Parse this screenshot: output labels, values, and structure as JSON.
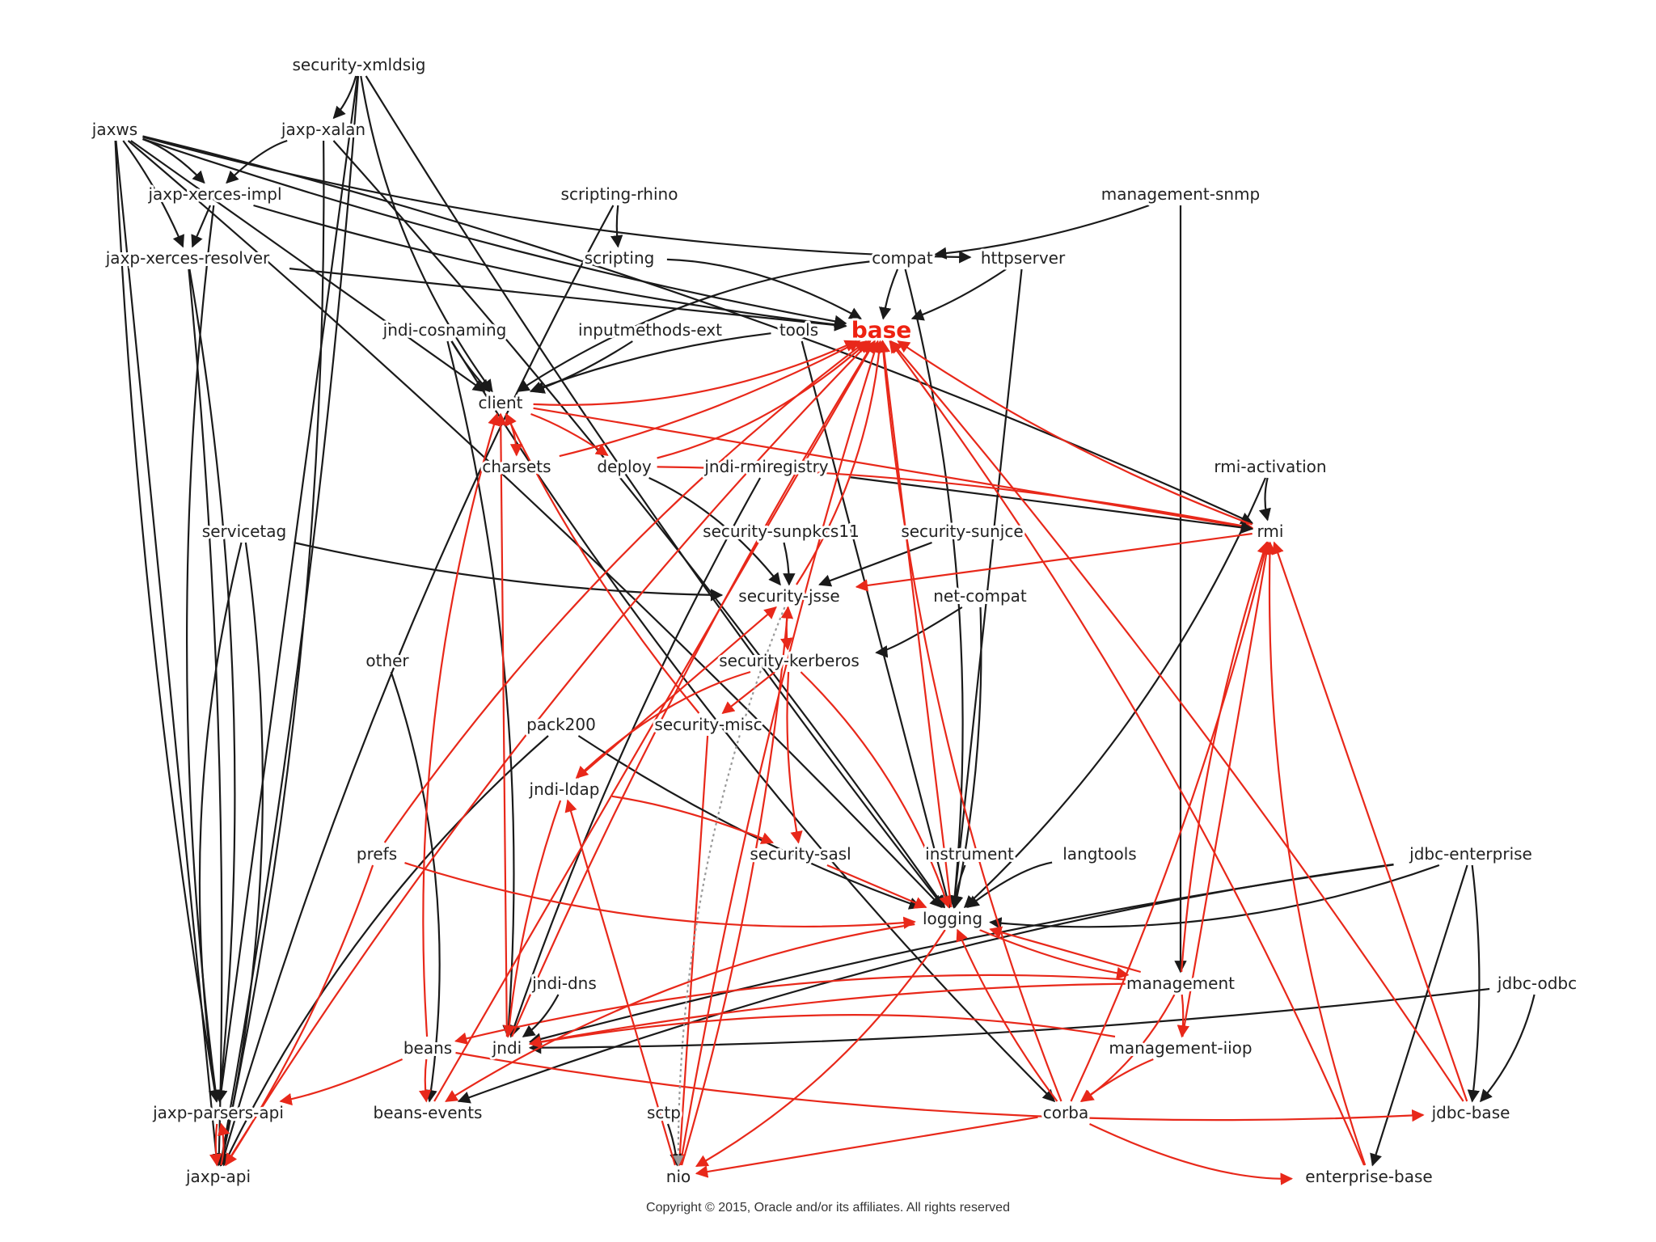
{
  "colors": {
    "black_edge": "#1a1a1a",
    "red_edge": "#e8281a",
    "base_node": "#ee2211",
    "text": "#222222"
  },
  "copyright": "Copyright © 2015, Oracle and/or its affiliates. All rights reserved",
  "nodes": [
    {
      "id": "security-xmldsig",
      "label": "security-xmldsig"
    },
    {
      "id": "jaxws",
      "label": "jaxws"
    },
    {
      "id": "jaxp-xalan",
      "label": "jaxp-xalan"
    },
    {
      "id": "jaxp-xerces-impl",
      "label": "jaxp-xerces-impl"
    },
    {
      "id": "scripting-rhino",
      "label": "scripting-rhino"
    },
    {
      "id": "management-snmp",
      "label": "management-snmp"
    },
    {
      "id": "jaxp-xerces-resolver",
      "label": "jaxp-xerces-resolver"
    },
    {
      "id": "scripting",
      "label": "scripting"
    },
    {
      "id": "compat",
      "label": "compat"
    },
    {
      "id": "httpserver",
      "label": "httpserver"
    },
    {
      "id": "jndi-cosnaming",
      "label": "jndi-cosnaming"
    },
    {
      "id": "inputmethods-ext",
      "label": "inputmethods-ext"
    },
    {
      "id": "tools",
      "label": "tools"
    },
    {
      "id": "base",
      "label": "base",
      "highlight": true
    },
    {
      "id": "client",
      "label": "client"
    },
    {
      "id": "charsets",
      "label": "charsets"
    },
    {
      "id": "deploy",
      "label": "deploy"
    },
    {
      "id": "jndi-rmiregistry",
      "label": "jndi-rmiregistry"
    },
    {
      "id": "rmi-activation",
      "label": "rmi-activation"
    },
    {
      "id": "servicetag",
      "label": "servicetag"
    },
    {
      "id": "security-sunpkcs11",
      "label": "security-sunpkcs11"
    },
    {
      "id": "security-sunjce",
      "label": "security-sunjce"
    },
    {
      "id": "rmi",
      "label": "rmi"
    },
    {
      "id": "security-jsse",
      "label": "security-jsse"
    },
    {
      "id": "net-compat",
      "label": "net-compat"
    },
    {
      "id": "other",
      "label": "other"
    },
    {
      "id": "security-kerberos",
      "label": "security-kerberos"
    },
    {
      "id": "pack200",
      "label": "pack200"
    },
    {
      "id": "security-misc",
      "label": "security-misc"
    },
    {
      "id": "jndi-ldap",
      "label": "jndi-ldap"
    },
    {
      "id": "prefs",
      "label": "prefs"
    },
    {
      "id": "security-sasl",
      "label": "security-sasl"
    },
    {
      "id": "instrument",
      "label": "instrument"
    },
    {
      "id": "langtools",
      "label": "langtools"
    },
    {
      "id": "jdbc-enterprise",
      "label": "jdbc-enterprise"
    },
    {
      "id": "logging",
      "label": "logging"
    },
    {
      "id": "jndi-dns",
      "label": "jndi-dns"
    },
    {
      "id": "management",
      "label": "management"
    },
    {
      "id": "jdbc-odbc",
      "label": "jdbc-odbc"
    },
    {
      "id": "beans",
      "label": "beans"
    },
    {
      "id": "jndi",
      "label": "jndi"
    },
    {
      "id": "management-iiop",
      "label": "management-iiop"
    },
    {
      "id": "jaxp-parsers-api",
      "label": "jaxp-parsers-api"
    },
    {
      "id": "beans-events",
      "label": "beans-events"
    },
    {
      "id": "sctp",
      "label": "sctp"
    },
    {
      "id": "corba",
      "label": "corba"
    },
    {
      "id": "jdbc-base",
      "label": "jdbc-base"
    },
    {
      "id": "jaxp-api",
      "label": "jaxp-api"
    },
    {
      "id": "nio",
      "label": "nio"
    },
    {
      "id": "enterprise-base",
      "label": "enterprise-base"
    }
  ],
  "edges": [
    {
      "from": "security-xmldsig",
      "to": "jaxp-xalan",
      "color": "black"
    },
    {
      "from": "security-xmldsig",
      "to": "jaxp-api",
      "color": "black"
    },
    {
      "from": "security-xmldsig",
      "to": "jaxp-parsers-api",
      "color": "black"
    },
    {
      "from": "security-xmldsig",
      "to": "logging",
      "color": "black"
    },
    {
      "from": "security-xmldsig",
      "to": "client",
      "color": "black"
    },
    {
      "from": "jaxws",
      "to": "jaxp-xerces-impl",
      "color": "black"
    },
    {
      "from": "jaxws",
      "to": "jaxp-xerces-resolver",
      "color": "black"
    },
    {
      "from": "jaxws",
      "to": "jaxp-api",
      "color": "black"
    },
    {
      "from": "jaxws",
      "to": "jaxp-parsers-api",
      "color": "black"
    },
    {
      "from": "jaxws",
      "to": "httpserver",
      "color": "black"
    },
    {
      "from": "jaxws",
      "to": "rmi",
      "color": "black"
    },
    {
      "from": "jaxws",
      "to": "logging",
      "color": "black"
    },
    {
      "from": "jaxws",
      "to": "client",
      "color": "black"
    },
    {
      "from": "jaxws",
      "to": "base",
      "color": "black"
    },
    {
      "from": "jaxp-xalan",
      "to": "jaxp-xerces-impl",
      "color": "black"
    },
    {
      "from": "jaxp-xalan",
      "to": "jaxp-api",
      "color": "black"
    },
    {
      "from": "jaxp-xalan",
      "to": "logging",
      "color": "black"
    },
    {
      "from": "jaxp-xerces-impl",
      "to": "jaxp-xerces-resolver",
      "color": "black"
    },
    {
      "from": "jaxp-xerces-impl",
      "to": "base",
      "color": "black"
    },
    {
      "from": "jaxp-xerces-impl",
      "to": "jaxp-parsers-api",
      "color": "black"
    },
    {
      "from": "jaxp-xerces-resolver",
      "to": "jaxp-parsers-api",
      "color": "black"
    },
    {
      "from": "jaxp-xerces-resolver",
      "to": "jaxp-api",
      "color": "black"
    },
    {
      "from": "jaxp-xerces-resolver",
      "to": "base",
      "color": "black"
    },
    {
      "from": "scripting-rhino",
      "to": "scripting",
      "color": "black"
    },
    {
      "from": "scripting-rhino",
      "to": "jaxp-api",
      "color": "black"
    },
    {
      "from": "scripting",
      "to": "base",
      "color": "black"
    },
    {
      "from": "management-snmp",
      "to": "compat",
      "color": "black"
    },
    {
      "from": "management-snmp",
      "to": "management",
      "color": "black"
    },
    {
      "from": "compat",
      "to": "base",
      "color": "black"
    },
    {
      "from": "compat",
      "to": "client",
      "color": "black"
    },
    {
      "from": "compat",
      "to": "logging",
      "color": "black"
    },
    {
      "from": "httpserver",
      "to": "base",
      "color": "black"
    },
    {
      "from": "httpserver",
      "to": "logging",
      "color": "black"
    },
    {
      "from": "jndi-cosnaming",
      "to": "client",
      "color": "black"
    },
    {
      "from": "jndi-cosnaming",
      "to": "corba",
      "color": "black"
    },
    {
      "from": "jndi-cosnaming",
      "to": "jndi",
      "color": "black"
    },
    {
      "from": "inputmethods-ext",
      "to": "client",
      "color": "black"
    },
    {
      "from": "tools",
      "to": "logging",
      "color": "black"
    },
    {
      "from": "tools",
      "to": "client",
      "color": "black"
    },
    {
      "from": "client",
      "to": "base",
      "color": "red"
    },
    {
      "from": "client",
      "to": "charsets",
      "color": "red"
    },
    {
      "from": "client",
      "to": "deploy",
      "color": "red"
    },
    {
      "from": "client",
      "to": "rmi",
      "color": "red"
    },
    {
      "from": "charsets",
      "to": "base",
      "color": "red"
    },
    {
      "from": "deploy",
      "to": "base",
      "color": "red"
    },
    {
      "from": "deploy",
      "to": "security-jsse",
      "color": "black"
    },
    {
      "from": "deploy",
      "to": "rmi",
      "color": "red"
    },
    {
      "from": "jndi-rmiregistry",
      "to": "rmi",
      "color": "black"
    },
    {
      "from": "jndi-rmiregistry",
      "to": "jndi",
      "color": "black"
    },
    {
      "from": "rmi-activation",
      "to": "rmi",
      "color": "black"
    },
    {
      "from": "rmi-activation",
      "to": "logging",
      "color": "black"
    },
    {
      "from": "rmi",
      "to": "base",
      "color": "red"
    },
    {
      "from": "rmi",
      "to": "security-jsse",
      "color": "red"
    },
    {
      "from": "servicetag",
      "to": "security-jsse",
      "color": "black"
    },
    {
      "from": "servicetag",
      "to": "jaxp-parsers-api",
      "color": "black"
    },
    {
      "from": "servicetag",
      "to": "jaxp-api",
      "color": "black"
    },
    {
      "from": "security-sunpkcs11",
      "to": "security-jsse",
      "color": "black"
    },
    {
      "from": "security-sunjce",
      "to": "security-jsse",
      "color": "black"
    },
    {
      "from": "security-jsse",
      "to": "security-kerberos",
      "color": "red"
    },
    {
      "from": "security-jsse",
      "to": "base",
      "color": "red"
    },
    {
      "from": "net-compat",
      "to": "security-kerberos",
      "color": "black"
    },
    {
      "from": "net-compat",
      "to": "logging",
      "color": "black"
    },
    {
      "from": "security-kerberos",
      "to": "security-misc",
      "color": "red"
    },
    {
      "from": "security-kerberos",
      "to": "security-sasl",
      "color": "red"
    },
    {
      "from": "security-kerberos",
      "to": "jndi-ldap",
      "color": "red"
    },
    {
      "from": "security-kerberos",
      "to": "logging",
      "color": "red"
    },
    {
      "from": "security-misc",
      "to": "client",
      "color": "red"
    },
    {
      "from": "security-misc",
      "to": "nio",
      "color": "red"
    },
    {
      "from": "pack200",
      "to": "logging",
      "color": "black"
    },
    {
      "from": "pack200",
      "to": "jaxp-api",
      "color": "black"
    },
    {
      "from": "other",
      "to": "beans-events",
      "color": "black"
    },
    {
      "from": "jndi-ldap",
      "to": "security-sasl",
      "color": "red"
    },
    {
      "from": "jndi-ldap",
      "to": "security-jsse",
      "color": "red"
    },
    {
      "from": "jndi-ldap",
      "to": "jndi",
      "color": "red"
    },
    {
      "from": "prefs",
      "to": "logging",
      "color": "red"
    },
    {
      "from": "prefs",
      "to": "base",
      "color": "red"
    },
    {
      "from": "prefs",
      "to": "jaxp-api",
      "color": "red"
    },
    {
      "from": "security-sasl",
      "to": "logging",
      "color": "red"
    },
    {
      "from": "instrument",
      "to": "logging",
      "color": "black"
    },
    {
      "from": "langtools",
      "to": "logging",
      "color": "black"
    },
    {
      "from": "jdbc-enterprise",
      "to": "logging",
      "color": "black"
    },
    {
      "from": "jdbc-enterprise",
      "to": "jdbc-base",
      "color": "black"
    },
    {
      "from": "jdbc-enterprise",
      "to": "enterprise-base",
      "color": "black"
    },
    {
      "from": "jdbc-enterprise",
      "to": "jndi",
      "color": "black"
    },
    {
      "from": "jdbc-enterprise",
      "to": "beans-events",
      "color": "black"
    },
    {
      "from": "jdbc-odbc",
      "to": "jdbc-base",
      "color": "black"
    },
    {
      "from": "jdbc-odbc",
      "to": "jndi",
      "color": "black"
    },
    {
      "from": "logging",
      "to": "base",
      "color": "red"
    },
    {
      "from": "logging",
      "to": "management",
      "color": "red"
    },
    {
      "from": "logging",
      "to": "beans-events",
      "color": "red"
    },
    {
      "from": "logging",
      "to": "nio",
      "color": "red"
    },
    {
      "from": "management",
      "to": "management-iiop",
      "color": "red"
    },
    {
      "from": "management",
      "to": "logging",
      "color": "red"
    },
    {
      "from": "management",
      "to": "jndi",
      "color": "red"
    },
    {
      "from": "management",
      "to": "beans",
      "color": "red"
    },
    {
      "from": "management",
      "to": "corba",
      "color": "red"
    },
    {
      "from": "management",
      "to": "rmi",
      "color": "red"
    },
    {
      "from": "management-iiop",
      "to": "rmi",
      "color": "red"
    },
    {
      "from": "management-iiop",
      "to": "corba",
      "color": "red"
    },
    {
      "from": "management-iiop",
      "to": "jndi",
      "color": "red"
    },
    {
      "from": "jndi-dns",
      "to": "jndi",
      "color": "black"
    },
    {
      "from": "jndi",
      "to": "base",
      "color": "red"
    },
    {
      "from": "jndi",
      "to": "client",
      "color": "red"
    },
    {
      "from": "beans",
      "to": "beans-events",
      "color": "red"
    },
    {
      "from": "beans",
      "to": "jdbc-base",
      "color": "red"
    },
    {
      "from": "beans",
      "to": "client",
      "color": "red"
    },
    {
      "from": "beans",
      "to": "jaxp-parsers-api",
      "color": "red"
    },
    {
      "from": "beans-events",
      "to": "base",
      "color": "red"
    },
    {
      "from": "jaxp-parsers-api",
      "to": "jaxp-api",
      "color": "red"
    },
    {
      "from": "jaxp-api",
      "to": "jaxp-parsers-api",
      "color": "red"
    },
    {
      "from": "jaxp-api",
      "to": "base",
      "color": "red"
    },
    {
      "from": "sctp",
      "to": "nio",
      "color": "black"
    },
    {
      "from": "corba",
      "to": "nio",
      "color": "red"
    },
    {
      "from": "corba",
      "to": "rmi",
      "color": "red"
    },
    {
      "from": "corba",
      "to": "enterprise-base",
      "color": "red"
    },
    {
      "from": "corba",
      "to": "base",
      "color": "red"
    },
    {
      "from": "corba",
      "to": "logging",
      "color": "red"
    },
    {
      "from": "jdbc-base",
      "to": "rmi",
      "color": "red"
    },
    {
      "from": "jdbc-base",
      "to": "base",
      "color": "red"
    },
    {
      "from": "enterprise-base",
      "to": "base",
      "color": "red"
    },
    {
      "from": "enterprise-base",
      "to": "rmi",
      "color": "red"
    },
    {
      "from": "nio",
      "to": "base",
      "color": "red"
    },
    {
      "from": "nio",
      "to": "jndi-ldap",
      "color": "red"
    },
    {
      "from": "nio",
      "to": "security-jsse",
      "color": "red"
    },
    {
      "from": "security-jsse",
      "to": "nio",
      "color": "dotted"
    }
  ]
}
